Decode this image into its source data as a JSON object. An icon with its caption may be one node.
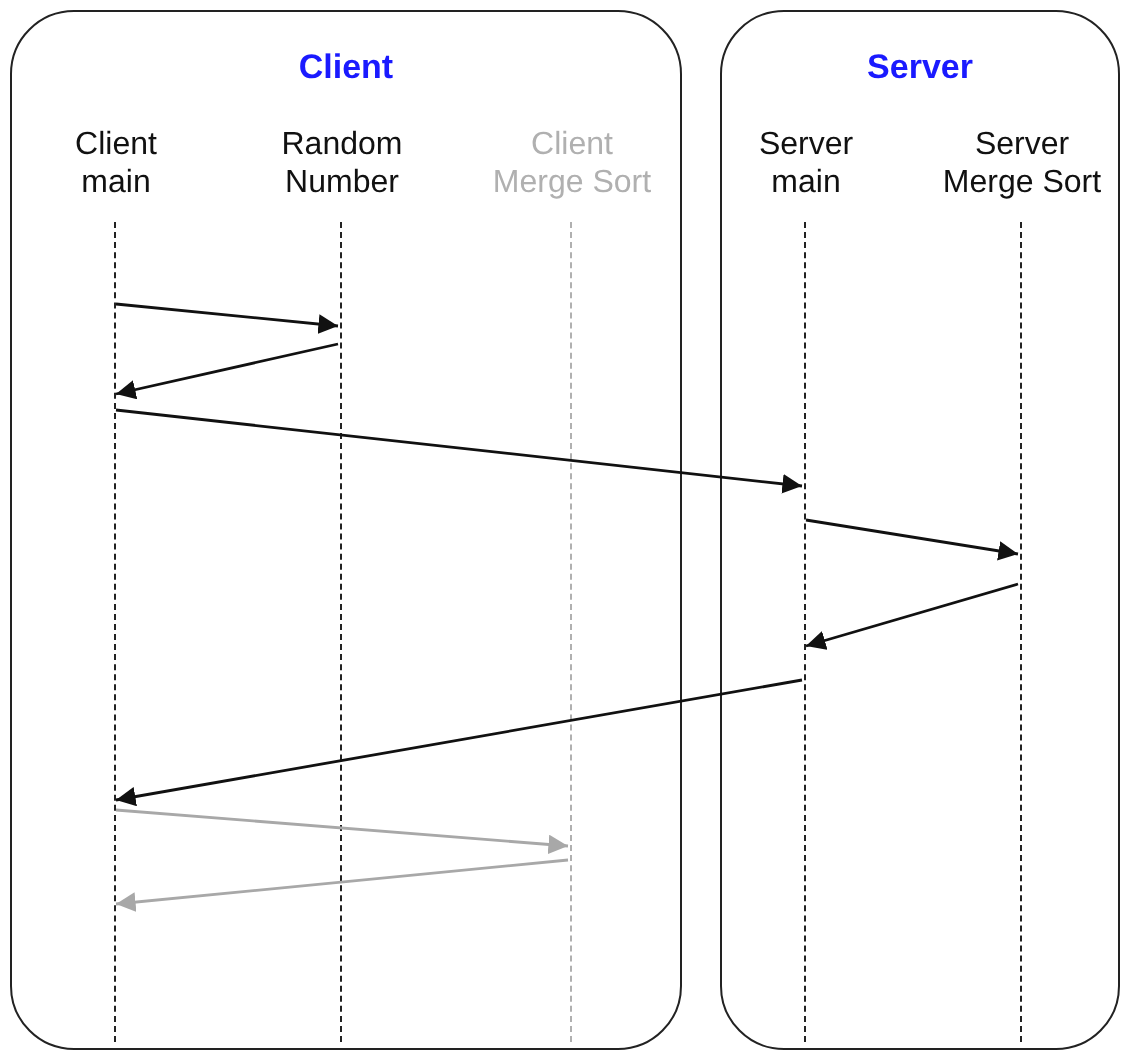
{
  "diagram": {
    "nodes": [
      {
        "text": [
          "Client"
        ]
      },
      {
        "text": [
          "Server"
        ]
      },
      {
        "text": [
          "Client main"
        ],
        "in": 0
      },
      {
        "text": [
          "Random Number"
        ],
        "in": 0
      },
      {
        "text": [
          "Client Merge Sort"
        ],
        "in": 0
      },
      {
        "text": [
          "Server main"
        ],
        "in": 1
      },
      {
        "text": [
          "Server Merge Sort"
        ],
        "in": 1
      }
    ],
    "edges": [
      {
        "from": 2,
        "to": 3,
        "arrow": "to"
      },
      {
        "from": 3,
        "to": 2,
        "arrow": "to"
      },
      {
        "from": 2,
        "to": 5,
        "arrow": "to"
      },
      {
        "from": 5,
        "to": 6,
        "arrow": "to"
      },
      {
        "from": 6,
        "to": 5,
        "arrow": "to"
      },
      {
        "from": 5,
        "to": 2,
        "arrow": "to"
      },
      {
        "from": 2,
        "to": 4,
        "arrow": "to",
        "color": "#a8a8a8"
      },
      {
        "from": 4,
        "to": 2,
        "arrow": "to",
        "color": "#a8a8a8"
      }
    ]
  }
}
